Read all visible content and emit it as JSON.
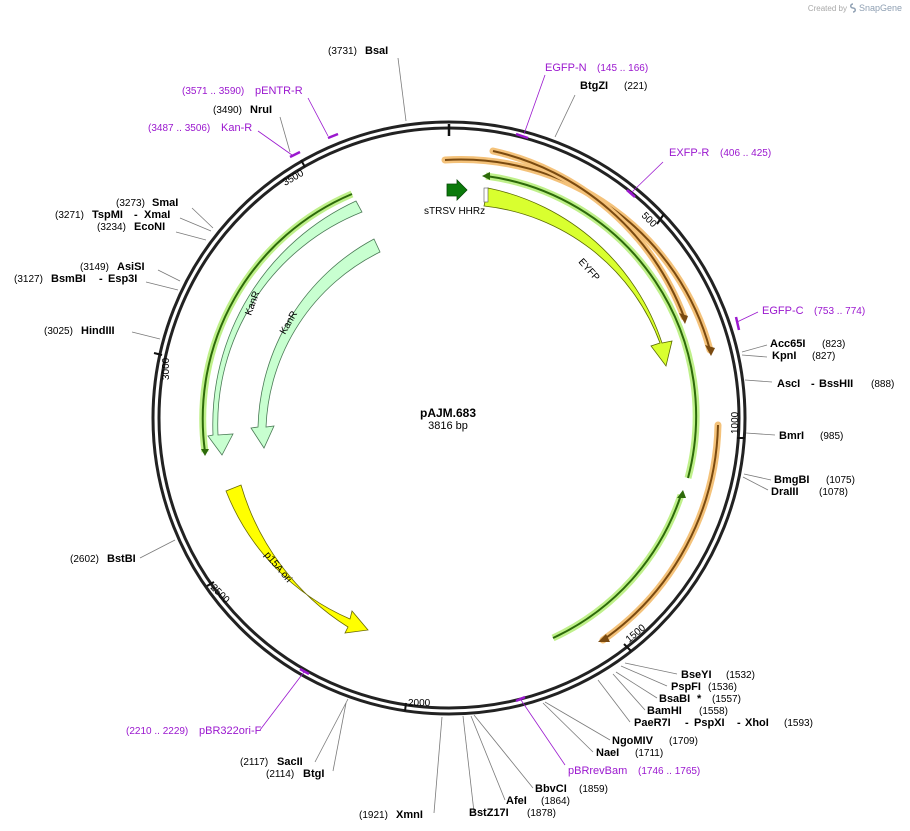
{
  "branding": {
    "created_by": "Created by",
    "product": "SnapGene"
  },
  "plasmid": {
    "name": "pAJM.683",
    "length_text": "3816 bp",
    "length": 3816
  },
  "ticks": [
    "500",
    "1000",
    "1500",
    "2000",
    "2500",
    "3000",
    "3500"
  ],
  "features": [
    {
      "name": "sTRSV HHRz",
      "color": "#0a7a0a"
    },
    {
      "name": "EYFP",
      "color": "#d9ff2f"
    },
    {
      "name": "KanR",
      "color": "#c8ffd0"
    },
    {
      "name": "KanR",
      "color": "#c8ffd0"
    },
    {
      "name": "p15A ori",
      "color": "#ffff00"
    }
  ],
  "sites": [
    {
      "name": "BsaI",
      "pos": "(3731)"
    },
    {
      "name": "BtgZI",
      "pos": "(221)"
    },
    {
      "name": "NruI",
      "pos": "(3490)"
    },
    {
      "name": "SmaI",
      "pos": "(3273)"
    },
    {
      "name": "TspMI",
      "name2": "XmaI",
      "pos": "(3271)"
    },
    {
      "name": "EcoNI",
      "pos": "(3234)"
    },
    {
      "name": "AsiSI",
      "pos": "(3149)"
    },
    {
      "name": "BsmBI",
      "name2": "Esp3I",
      "pos": "(3127)"
    },
    {
      "name": "HindIII",
      "pos": "(3025)"
    },
    {
      "name": "Acc65I",
      "pos": "(823)"
    },
    {
      "name": "KpnI",
      "pos": "(827)"
    },
    {
      "name": "AscI",
      "name2": "BssHII",
      "pos": "(888)"
    },
    {
      "name": "BmrI",
      "pos": "(985)"
    },
    {
      "name": "BmgBI",
      "pos": "(1075)"
    },
    {
      "name": "DraIII",
      "pos": "(1078)"
    },
    {
      "name": "BstBI",
      "pos": "(2602)"
    },
    {
      "name": "BseYI",
      "pos": "(1532)"
    },
    {
      "name": "PspFI",
      "pos": "(1536)"
    },
    {
      "name": "BsaBI",
      "star": "*",
      "pos": "(1557)"
    },
    {
      "name": "BamHI",
      "pos": "(1558)"
    },
    {
      "name": "PaeR7I",
      "name2": "PspXI",
      "name3": "XhoI",
      "pos": "(1593)"
    },
    {
      "name": "NgoMIV",
      "pos": "(1709)"
    },
    {
      "name": "NaeI",
      "pos": "(1711)"
    },
    {
      "name": "BbvCI",
      "pos": "(1859)"
    },
    {
      "name": "AfeI",
      "pos": "(1864)"
    },
    {
      "name": "BstZ17I",
      "pos": "(1878)"
    },
    {
      "name": "XmnI",
      "pos": "(1921)"
    },
    {
      "name": "SacII",
      "pos": "(2117)"
    },
    {
      "name": "BtgI",
      "pos": "(2114)"
    }
  ],
  "primers": [
    {
      "name": "EGFP-N",
      "range": "(145 .. 166)"
    },
    {
      "name": "pENTR-R",
      "range": "(3571 .. 3590)"
    },
    {
      "name": "Kan-R",
      "range": "(3487 .. 3506)"
    },
    {
      "name": "EXFP-R",
      "range": "(406 .. 425)"
    },
    {
      "name": "EGFP-C",
      "range": "(753 .. 774)"
    },
    {
      "name": "pBRrevBam",
      "range": "(1746 .. 1765)"
    },
    {
      "name": "pBR322ori-F",
      "range": "(2210 .. 2229)"
    }
  ]
}
